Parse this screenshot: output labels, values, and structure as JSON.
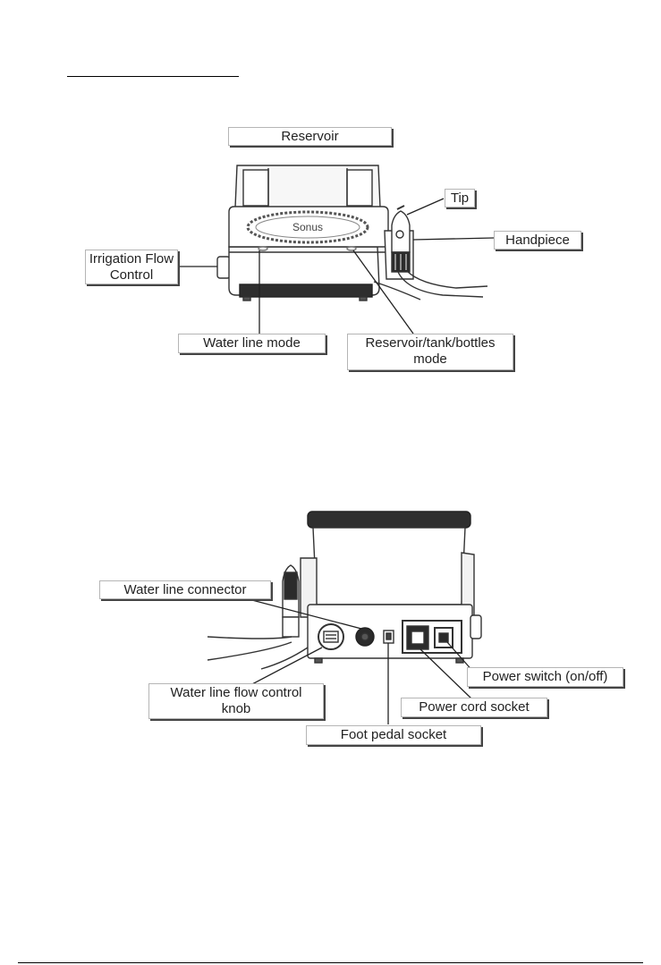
{
  "front_view": {
    "brand_text": "Sonus",
    "labels": {
      "reservoir": "Reservoir",
      "tip": "Tip",
      "handpiece": "Handpiece",
      "irrigation_flow_control": "Irrigation Flow\nControl",
      "water_line_mode": "Water line mode",
      "reservoir_tank_bottles_mode": "Reservoir/tank/bottles\nmode"
    }
  },
  "rear_view": {
    "labels": {
      "water_line_connector": "Water line connector",
      "water_line_flow_control_knob": "Water line flow control\nknob",
      "foot_pedal_socket": "Foot pedal socket",
      "power_cord_socket": "Power cord socket",
      "power_switch": "Power switch (on/off)"
    }
  }
}
